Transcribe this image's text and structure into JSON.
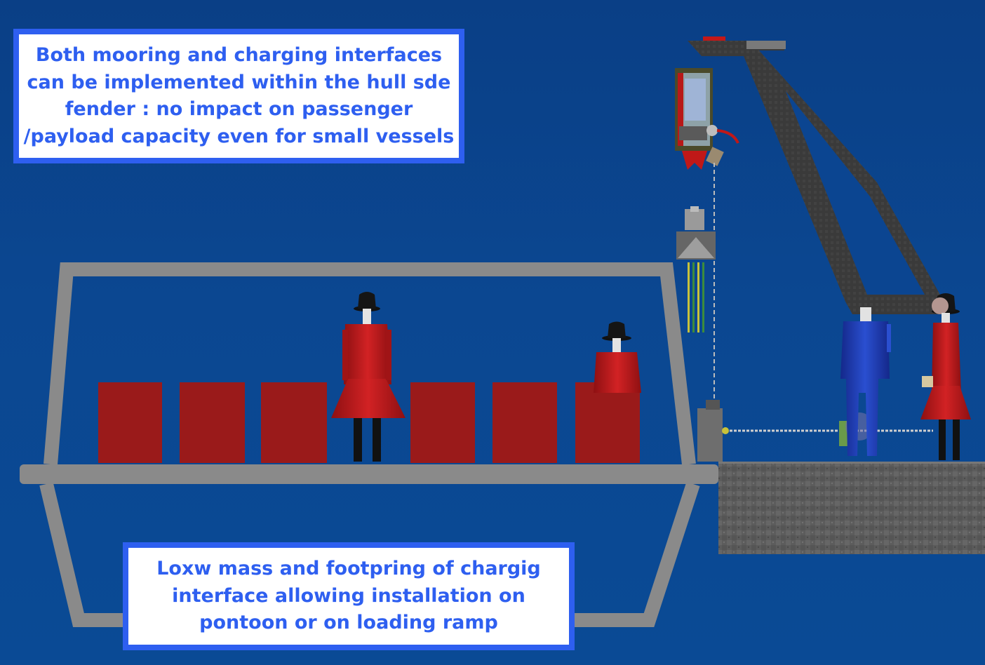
{
  "callouts": {
    "top": {
      "lines": [
        "Both mooring and charging interfaces",
        "can  be implemented within the hull sde",
        "fender : no impact on passenger",
        "/payload capacity even for small vessels"
      ]
    },
    "bottom": {
      "lines": [
        "Loxw mass and footpring of chargig",
        "interface  allowing installation on",
        "pontoon or on  loading ramp"
      ]
    }
  },
  "colors": {
    "background": "#0b4791",
    "hull": "#8a8a8a",
    "seat": "#9a1a1a",
    "figure_red": "#c0181a",
    "figure_blue": "#1f3fbf",
    "crane": "#3b3b3b",
    "callout_border": "#2e5ff0",
    "callout_text": "#2e5ff0"
  }
}
